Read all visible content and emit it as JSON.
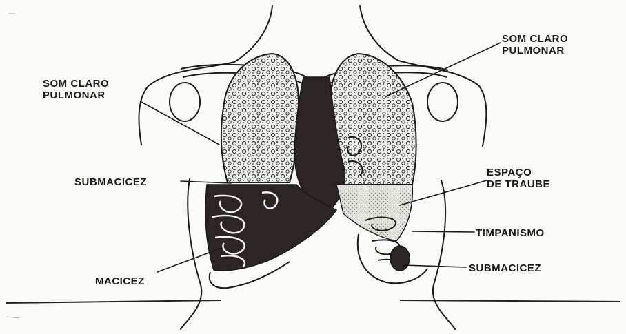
{
  "labels": {
    "som_claro_left": {
      "line1": "SOM CLARO",
      "line2": "PULMONAR"
    },
    "som_claro_right": {
      "line1": "SOM CLARO",
      "line2": "PULMONAR"
    },
    "submacicez_left": "SUBMACICEZ",
    "espaco_traube": {
      "line1": "ESPAÇO",
      "line2": "DE TRAUBE"
    },
    "timpanismo": "TIMPANISMO",
    "submacicez_right": "SUBMACICEZ",
    "macicez": "MACICEZ"
  },
  "colors": {
    "ink": "#1a1a1a",
    "dullness": "#2b2523",
    "lung_fill": "#e9e9e6",
    "background": "#fbfbf9"
  }
}
